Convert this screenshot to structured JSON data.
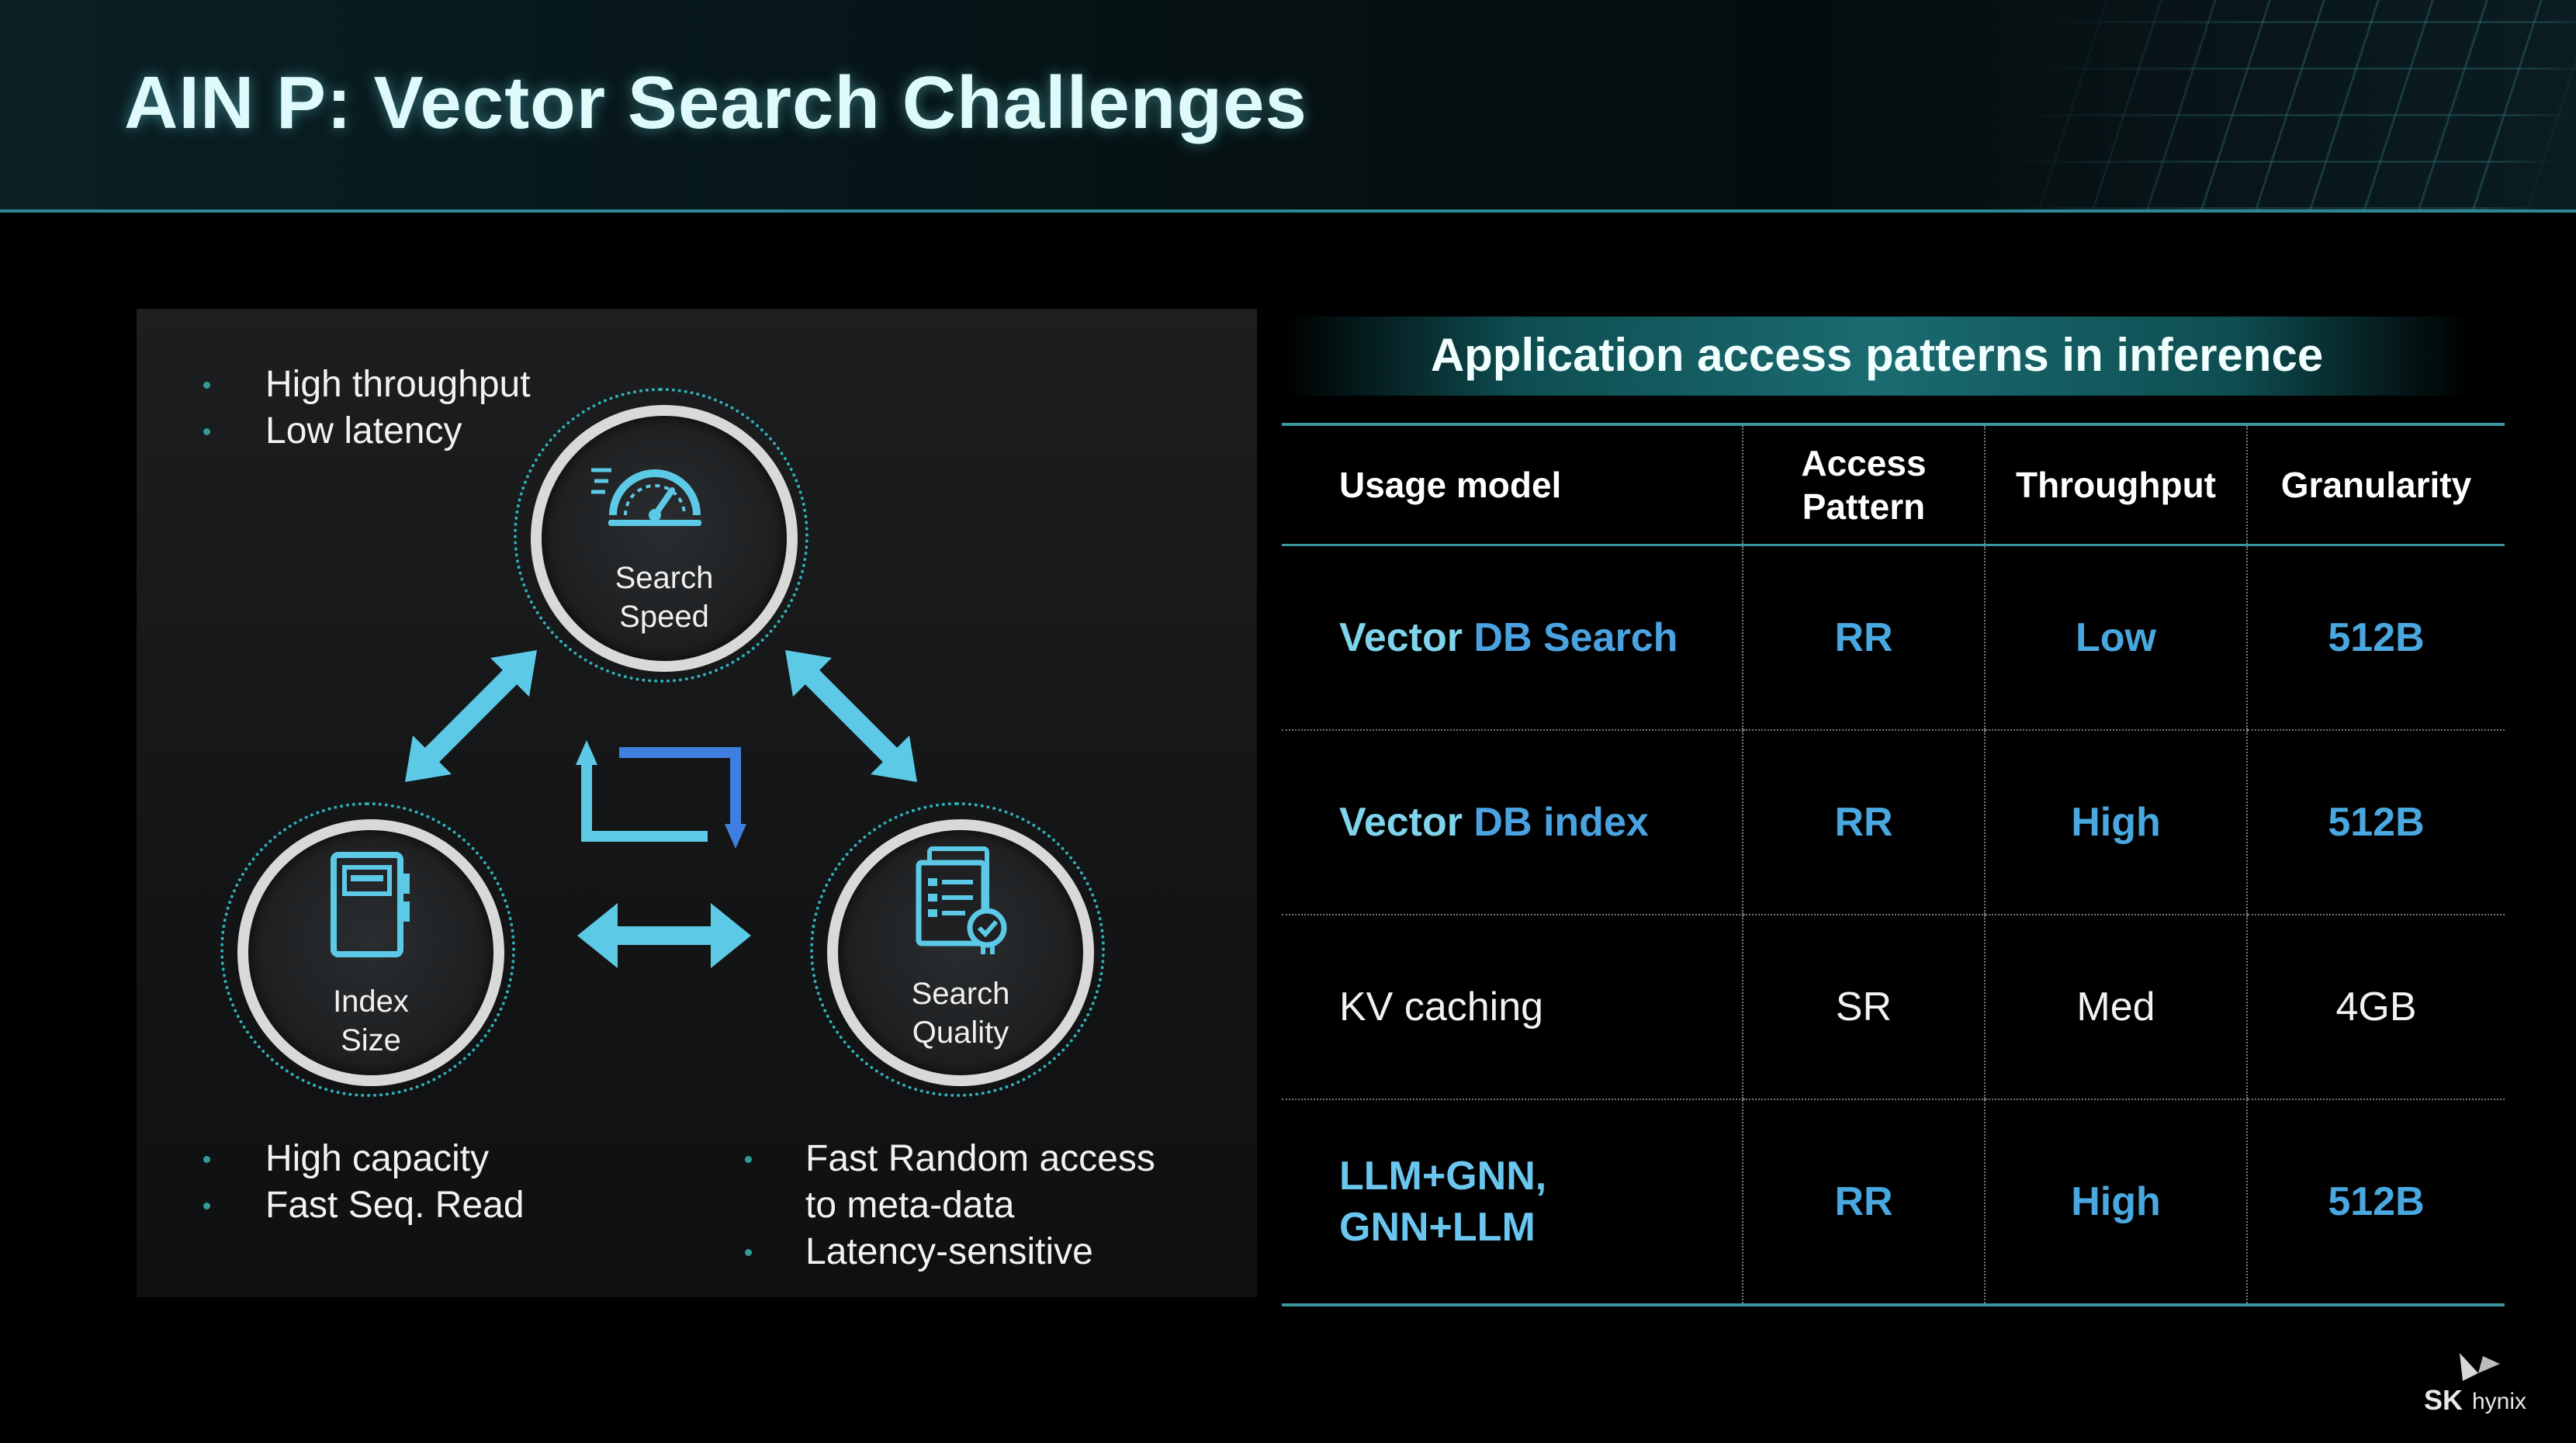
{
  "slide": {
    "title": "AIN P: Vector Search Challenges"
  },
  "diagram": {
    "speed": {
      "label_line1": "Search",
      "label_line2": "Speed",
      "bullets": [
        "High throughput",
        "Low latency"
      ]
    },
    "index": {
      "label_line1": "Index",
      "label_line2": "Size",
      "bullets": [
        "High capacity",
        "Fast Seq. Read"
      ]
    },
    "quality": {
      "label_line1": "Search",
      "label_line2": "Quality",
      "bullets": [
        "Fast Random access",
        "to meta-data",
        "Latency-sensitive"
      ]
    }
  },
  "table": {
    "title": "Application access patterns in inference",
    "headers": {
      "usage": "Usage model",
      "access_line1": "Access",
      "access_line2": "Pattern",
      "throughput": "Throughput",
      "granularity": "Granularity"
    },
    "rows": [
      {
        "usage_a": "Vector ",
        "usage_b": "DB Search",
        "access": "RR",
        "throughput": "Low",
        "granularity": "512B"
      },
      {
        "usage_a": "Vector ",
        "usage_b": "DB index",
        "access": "RR",
        "throughput": "High",
        "granularity": "512B"
      },
      {
        "usage": "KV caching",
        "access": "SR",
        "throughput": "Med",
        "granularity": "4GB"
      },
      {
        "usage_line1": "LLM+GNN,",
        "usage_line2": "GNN+LLM",
        "access": "RR",
        "throughput": "High",
        "granularity": "512B"
      }
    ]
  },
  "logo": {
    "sk": "SK",
    "hynix": "hynix"
  },
  "colors": {
    "accent_teal": "#2fb1bb",
    "table_blue": "#49a8e0",
    "table_cyan": "#7dd6ea",
    "arrow_cyan": "#5cc9e6"
  }
}
